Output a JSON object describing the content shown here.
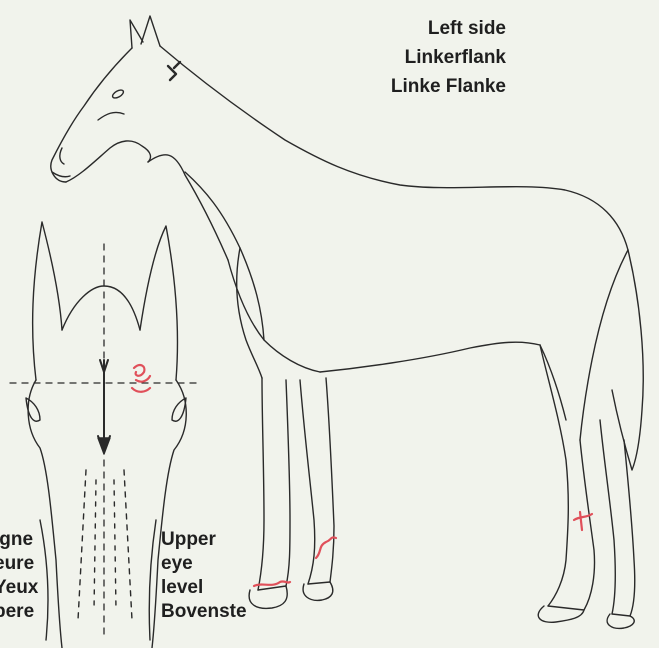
{
  "labels": {
    "side_title": [
      "Left side",
      "Linkerflank",
      "Linke Flanke"
    ],
    "left_column": [
      "igne",
      "eure",
      "Yeux",
      "bere"
    ],
    "right_column": [
      "Upper",
      "eye",
      "level",
      "Bovenste"
    ]
  },
  "colors": {
    "ink": "#2a2a2a",
    "paper": "#f1f3ec",
    "marking": "#e0505a"
  }
}
